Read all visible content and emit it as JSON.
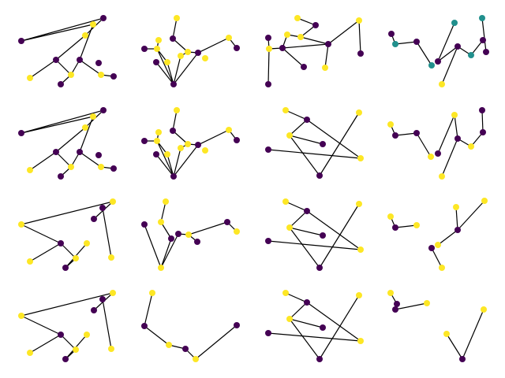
{
  "colors": {
    "purple": "#440154",
    "yellow": "#fde725",
    "teal": "#21908d",
    "edge": "#000000"
  },
  "panels": [
    {
      "id": "r1c1",
      "nodes": [
        [
          27,
          52,
          "p"
        ],
        [
          131,
          23,
          "p"
        ],
        [
          118,
          31,
          "y"
        ],
        [
          108,
          45,
          "y"
        ],
        [
          71,
          76,
          "p"
        ],
        [
          101,
          76,
          "p"
        ],
        [
          125,
          80,
          "p"
        ],
        [
          90,
          95,
          "y"
        ],
        [
          128,
          95,
          "y"
        ],
        [
          144,
          97,
          "p"
        ],
        [
          38,
          99,
          "y"
        ],
        [
          77,
          107,
          "p"
        ]
      ],
      "edges": [
        [
          0,
          1
        ],
        [
          0,
          2
        ],
        [
          1,
          3
        ],
        [
          3,
          4
        ],
        [
          2,
          5
        ],
        [
          4,
          10
        ],
        [
          4,
          7
        ],
        [
          7,
          11
        ],
        [
          5,
          7
        ],
        [
          5,
          8
        ],
        [
          8,
          9
        ]
      ]
    },
    {
      "id": "r1c2",
      "nodes": [
        [
          224,
          23,
          "y"
        ],
        [
          219,
          49,
          "p"
        ],
        [
          201,
          51,
          "y"
        ],
        [
          290,
          48,
          "y"
        ],
        [
          183,
          62,
          "p"
        ],
        [
          199,
          62,
          "y"
        ],
        [
          238,
          66,
          "y"
        ],
        [
          251,
          67,
          "p"
        ],
        [
          300,
          61,
          "p"
        ],
        [
          229,
          71,
          "y"
        ],
        [
          260,
          74,
          "y"
        ],
        [
          198,
          79,
          "p"
        ],
        [
          212,
          79,
          "y"
        ],
        [
          220,
          107,
          "p"
        ]
      ],
      "edges": [
        [
          0,
          1
        ],
        [
          1,
          6
        ],
        [
          6,
          9
        ],
        [
          4,
          5
        ],
        [
          2,
          5
        ],
        [
          5,
          12
        ],
        [
          7,
          3
        ],
        [
          3,
          8
        ],
        [
          6,
          7
        ],
        [
          9,
          13
        ],
        [
          12,
          13
        ],
        [
          5,
          13
        ],
        [
          11,
          13
        ],
        [
          13,
          7
        ]
      ]
    },
    {
      "id": "r1c3",
      "nodes": [
        [
          377,
          23,
          "y"
        ],
        [
          400,
          32,
          "p"
        ],
        [
          455,
          26,
          "y"
        ],
        [
          364,
          44,
          "y"
        ],
        [
          381,
          47,
          "y"
        ],
        [
          340,
          48,
          "p"
        ],
        [
          416,
          56,
          "p"
        ],
        [
          341,
          62,
          "y"
        ],
        [
          358,
          61,
          "p"
        ],
        [
          457,
          68,
          "p"
        ],
        [
          385,
          85,
          "p"
        ],
        [
          412,
          86,
          "y"
        ],
        [
          340,
          107,
          "p"
        ]
      ],
      "edges": [
        [
          0,
          1
        ],
        [
          1,
          4
        ],
        [
          4,
          3
        ],
        [
          3,
          8
        ],
        [
          5,
          7
        ],
        [
          7,
          8
        ],
        [
          4,
          6
        ],
        [
          8,
          6
        ],
        [
          2,
          6
        ],
        [
          2,
          9
        ],
        [
          8,
          10
        ],
        [
          6,
          11
        ],
        [
          7,
          12
        ]
      ]
    },
    {
      "id": "r1c4",
      "nodes": [
        [
          496,
          43,
          "p"
        ],
        [
          501,
          56,
          "t"
        ],
        [
          528,
          53,
          "p"
        ],
        [
          576,
          29,
          "t"
        ],
        [
          611,
          23,
          "t"
        ],
        [
          612,
          51,
          "p"
        ],
        [
          580,
          59,
          "p"
        ],
        [
          555,
          78,
          "p"
        ],
        [
          547,
          83,
          "t"
        ],
        [
          597,
          70,
          "t"
        ],
        [
          616,
          66,
          "p"
        ],
        [
          560,
          107,
          "y"
        ]
      ],
      "edges": [
        [
          0,
          1
        ],
        [
          1,
          2
        ],
        [
          2,
          8
        ],
        [
          3,
          7
        ],
        [
          4,
          10
        ],
        [
          7,
          6
        ],
        [
          6,
          9
        ],
        [
          9,
          5
        ],
        [
          6,
          11
        ]
      ]
    },
    {
      "id": "r2c1",
      "nodes": [
        [
          27,
          169,
          "p"
        ],
        [
          131,
          140,
          "p"
        ],
        [
          118,
          148,
          "y"
        ],
        [
          108,
          162,
          "y"
        ],
        [
          71,
          193,
          "p"
        ],
        [
          101,
          193,
          "p"
        ],
        [
          125,
          197,
          "p"
        ],
        [
          90,
          212,
          "y"
        ],
        [
          128,
          212,
          "y"
        ],
        [
          144,
          214,
          "p"
        ],
        [
          38,
          216,
          "y"
        ],
        [
          77,
          224,
          "p"
        ]
      ],
      "edges": [
        [
          0,
          1
        ],
        [
          0,
          2
        ],
        [
          1,
          3
        ],
        [
          3,
          4
        ],
        [
          2,
          5
        ],
        [
          4,
          10
        ],
        [
          4,
          7
        ],
        [
          7,
          11
        ],
        [
          5,
          7
        ],
        [
          5,
          8
        ],
        [
          8,
          9
        ]
      ]
    },
    {
      "id": "r2c2",
      "nodes": [
        [
          224,
          140,
          "y"
        ],
        [
          219,
          166,
          "p"
        ],
        [
          201,
          168,
          "y"
        ],
        [
          290,
          165,
          "y"
        ],
        [
          183,
          179,
          "p"
        ],
        [
          199,
          179,
          "y"
        ],
        [
          238,
          183,
          "y"
        ],
        [
          251,
          184,
          "p"
        ],
        [
          300,
          178,
          "p"
        ],
        [
          229,
          188,
          "y"
        ],
        [
          260,
          191,
          "y"
        ],
        [
          198,
          196,
          "p"
        ],
        [
          212,
          196,
          "y"
        ],
        [
          220,
          224,
          "p"
        ]
      ],
      "edges": [
        [
          0,
          1
        ],
        [
          1,
          6
        ],
        [
          6,
          9
        ],
        [
          4,
          5
        ],
        [
          2,
          5
        ],
        [
          5,
          12
        ],
        [
          7,
          3
        ],
        [
          3,
          8
        ],
        [
          6,
          7
        ],
        [
          9,
          13
        ],
        [
          12,
          13
        ],
        [
          5,
          13
        ],
        [
          11,
          13
        ],
        [
          13,
          7
        ]
      ]
    },
    {
      "id": "r2c3",
      "nodes": [
        [
          362,
          140,
          "y"
        ],
        [
          389,
          152,
          "p"
        ],
        [
          455,
          143,
          "y"
        ],
        [
          367,
          172,
          "y"
        ],
        [
          409,
          183,
          "p"
        ],
        [
          340,
          190,
          "p"
        ],
        [
          457,
          201,
          "y"
        ],
        [
          405,
          223,
          "p"
        ]
      ],
      "edges": [
        [
          0,
          1
        ],
        [
          1,
          6
        ],
        [
          1,
          3
        ],
        [
          3,
          4
        ],
        [
          5,
          6
        ],
        [
          3,
          7
        ],
        [
          7,
          2
        ]
      ]
    },
    {
      "id": "r2c4",
      "nodes": [
        [
          495,
          158,
          "y"
        ],
        [
          501,
          172,
          "p"
        ],
        [
          528,
          169,
          "p"
        ],
        [
          576,
          146,
          "y"
        ],
        [
          611,
          140,
          "p"
        ],
        [
          612,
          168,
          "p"
        ],
        [
          580,
          176,
          "p"
        ],
        [
          555,
          195,
          "p"
        ],
        [
          546,
          199,
          "y"
        ],
        [
          597,
          186,
          "y"
        ],
        [
          560,
          224,
          "y"
        ]
      ],
      "edges": [
        [
          0,
          1
        ],
        [
          1,
          2
        ],
        [
          2,
          8
        ],
        [
          3,
          7
        ],
        [
          4,
          5
        ],
        [
          5,
          9
        ],
        [
          9,
          6
        ],
        [
          6,
          10
        ],
        [
          3,
          6
        ]
      ]
    },
    {
      "id": "r3c1",
      "nodes": [
        [
          27,
          285,
          "y"
        ],
        [
          143,
          256,
          "y"
        ],
        [
          130,
          264,
          "p"
        ],
        [
          119,
          278,
          "p"
        ],
        [
          77,
          309,
          "p"
        ],
        [
          110,
          309,
          "y"
        ],
        [
          96,
          328,
          "y"
        ],
        [
          141,
          327,
          "y"
        ],
        [
          38,
          332,
          "y"
        ],
        [
          83,
          340,
          "p"
        ]
      ],
      "edges": [
        [
          0,
          1
        ],
        [
          0,
          4
        ],
        [
          1,
          3
        ],
        [
          2,
          7
        ],
        [
          4,
          8
        ],
        [
          4,
          6
        ],
        [
          6,
          9
        ],
        [
          5,
          9
        ]
      ]
    },
    {
      "id": "r3c2",
      "nodes": [
        [
          210,
          256,
          "y"
        ],
        [
          204,
          282,
          "y"
        ],
        [
          183,
          285,
          "p"
        ],
        [
          288,
          282,
          "p"
        ],
        [
          226,
          297,
          "p"
        ],
        [
          239,
          298,
          "y"
        ],
        [
          217,
          303,
          "p"
        ],
        [
          250,
          307,
          "p"
        ],
        [
          300,
          294,
          "y"
        ],
        [
          204,
          340,
          "y"
        ]
      ],
      "edges": [
        [
          0,
          1
        ],
        [
          1,
          6
        ],
        [
          4,
          5
        ],
        [
          5,
          3
        ],
        [
          3,
          8
        ],
        [
          2,
          9
        ],
        [
          6,
          9
        ],
        [
          4,
          9
        ],
        [
          5,
          7
        ]
      ]
    },
    {
      "id": "r3c3",
      "nodes": [
        [
          362,
          256,
          "y"
        ],
        [
          389,
          268,
          "p"
        ],
        [
          455,
          259,
          "y"
        ],
        [
          367,
          289,
          "y"
        ],
        [
          409,
          299,
          "p"
        ],
        [
          340,
          306,
          "p"
        ],
        [
          457,
          317,
          "y"
        ],
        [
          405,
          340,
          "p"
        ]
      ],
      "edges": [
        [
          0,
          1
        ],
        [
          1,
          6
        ],
        [
          1,
          3
        ],
        [
          3,
          4
        ],
        [
          5,
          6
        ],
        [
          3,
          7
        ],
        [
          7,
          2
        ]
      ]
    },
    {
      "id": "r3c4",
      "nodes": [
        [
          495,
          275,
          "y"
        ],
        [
          501,
          289,
          "p"
        ],
        [
          528,
          286,
          "y"
        ],
        [
          578,
          263,
          "y"
        ],
        [
          614,
          255,
          "y"
        ],
        [
          580,
          292,
          "p"
        ],
        [
          555,
          311,
          "y"
        ],
        [
          547,
          315,
          "p"
        ],
        [
          560,
          340,
          "y"
        ]
      ],
      "edges": [
        [
          0,
          1
        ],
        [
          1,
          2
        ],
        [
          4,
          5
        ],
        [
          5,
          6
        ],
        [
          7,
          8
        ],
        [
          3,
          5
        ]
      ]
    },
    {
      "id": "r4c1",
      "nodes": [
        [
          27,
          401,
          "y"
        ],
        [
          143,
          372,
          "y"
        ],
        [
          130,
          380,
          "p"
        ],
        [
          119,
          394,
          "p"
        ],
        [
          77,
          425,
          "p"
        ],
        [
          110,
          425,
          "y"
        ],
        [
          96,
          444,
          "y"
        ],
        [
          141,
          443,
          "y"
        ],
        [
          38,
          448,
          "y"
        ],
        [
          83,
          456,
          "p"
        ]
      ],
      "edges": [
        [
          0,
          1
        ],
        [
          0,
          4
        ],
        [
          1,
          3
        ],
        [
          2,
          7
        ],
        [
          4,
          8
        ],
        [
          4,
          6
        ],
        [
          6,
          9
        ],
        [
          5,
          9
        ]
      ]
    },
    {
      "id": "r4c2",
      "nodes": [
        [
          193,
          372,
          "y"
        ],
        [
          183,
          414,
          "p"
        ],
        [
          300,
          413,
          "p"
        ],
        [
          214,
          438,
          "y"
        ],
        [
          235,
          443,
          "p"
        ],
        [
          248,
          456,
          "y"
        ]
      ],
      "edges": [
        [
          0,
          1
        ],
        [
          1,
          3
        ],
        [
          3,
          4
        ],
        [
          4,
          5
        ],
        [
          5,
          2
        ]
      ]
    },
    {
      "id": "r4c3",
      "nodes": [
        [
          362,
          372,
          "y"
        ],
        [
          389,
          384,
          "p"
        ],
        [
          455,
          375,
          "y"
        ],
        [
          367,
          405,
          "y"
        ],
        [
          409,
          416,
          "p"
        ],
        [
          340,
          423,
          "p"
        ],
        [
          457,
          433,
          "y"
        ],
        [
          405,
          456,
          "p"
        ]
      ],
      "edges": [
        [
          0,
          1
        ],
        [
          1,
          6
        ],
        [
          1,
          3
        ],
        [
          3,
          4
        ],
        [
          5,
          6
        ],
        [
          3,
          7
        ],
        [
          7,
          2
        ]
      ]
    },
    {
      "id": "r4c4",
      "nodes": [
        [
          495,
          372,
          "y"
        ],
        [
          503,
          386,
          "p"
        ],
        [
          501,
          393,
          "p"
        ],
        [
          541,
          385,
          "y"
        ],
        [
          613,
          393,
          "y"
        ],
        [
          566,
          424,
          "y"
        ],
        [
          586,
          456,
          "p"
        ]
      ],
      "edges": [
        [
          1,
          2
        ],
        [
          2,
          3
        ],
        [
          4,
          6
        ],
        [
          5,
          6
        ],
        [
          0,
          1
        ]
      ]
    }
  ]
}
